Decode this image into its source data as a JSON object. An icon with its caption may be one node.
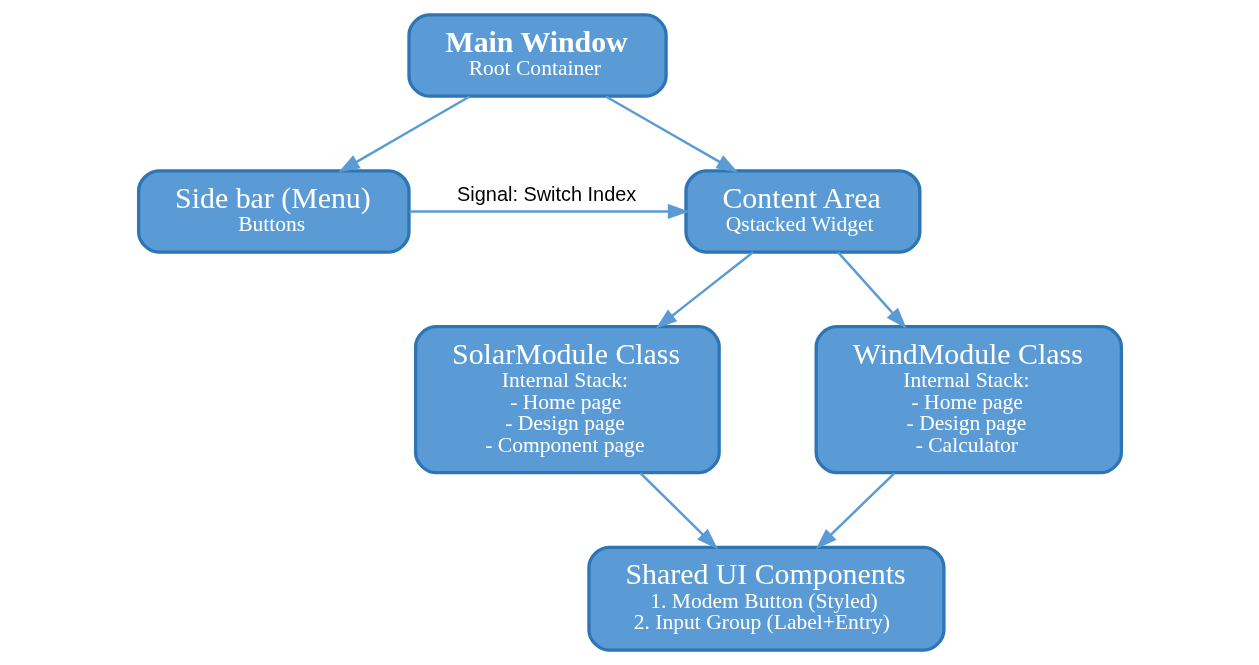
{
  "diagram": {
    "nodes": [
      {
        "text": [
          "Main Window",
          "Root Container"
        ]
      },
      {
        "text": [
          "Side bar (Menu)",
          "Buttons"
        ]
      },
      {
        "text": [
          "Content Area",
          "Qstacked Widget"
        ]
      },
      {
        "text": [
          "SolarModule Class",
          "Internal Stack:",
          "- Home page",
          "- Design page",
          "- Component page"
        ]
      },
      {
        "text": [
          "WindModule Class",
          "Internal Stack:",
          "- Home page",
          "- Design page",
          "- Calculator"
        ]
      },
      {
        "text": [
          "Shared UI Components",
          "1. Modem Button (Styled)",
          "2. Input Group (Label+Entry)"
        ]
      }
    ],
    "edges": [
      {
        "from": 0,
        "to": 1,
        "arrow": "to"
      },
      {
        "from": 0,
        "to": 2,
        "arrow": "to"
      },
      {
        "from": 1,
        "to": 2,
        "arrow": "to",
        "label": "Signal: Switch Index"
      },
      {
        "from": 2,
        "to": 3,
        "arrow": "to"
      },
      {
        "from": 2,
        "to": 4,
        "arrow": "to"
      },
      {
        "from": 3,
        "to": 5,
        "arrow": "to"
      },
      {
        "from": 4,
        "to": 5,
        "arrow": "to"
      }
    ]
  }
}
